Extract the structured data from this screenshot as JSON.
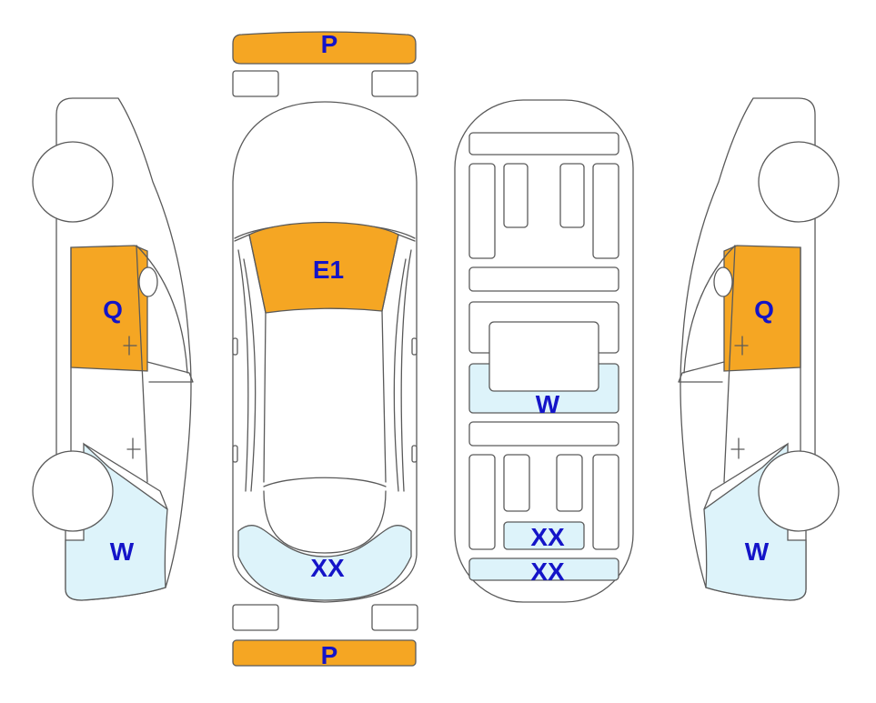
{
  "colors": {
    "damage_orange": "#F5A623",
    "damage_light_blue": "#DDF3FA",
    "label_blue": "#1414C8",
    "outline": "#5A5A5A"
  },
  "labels": {
    "front_bumper": "P",
    "rear_bumper": "P",
    "roof": "E1",
    "rear_window": "XX",
    "underbody_center": "W",
    "underbody_rear_upper": "XX",
    "underbody_rear_lower": "XX",
    "left_door": "Q",
    "left_rear_quarter": "W",
    "right_door": "Q",
    "right_rear_quarter": "W"
  }
}
